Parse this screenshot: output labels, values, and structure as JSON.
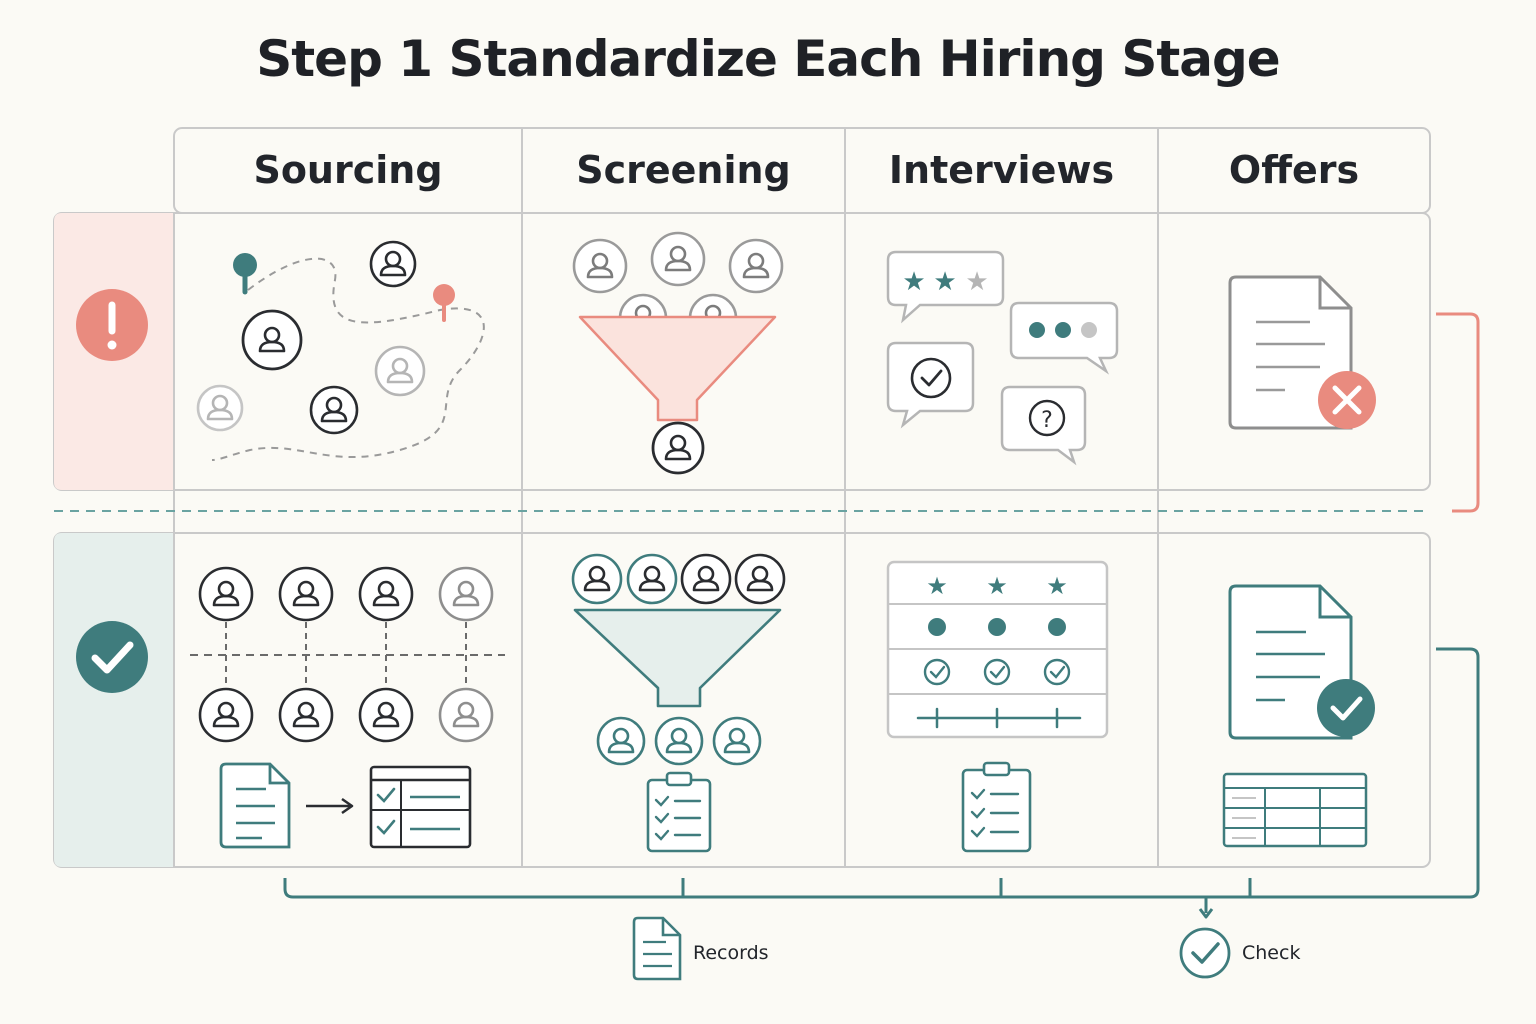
{
  "title": "Step 1 Standardize Each Hiring Stage",
  "stages": [
    "Sourcing",
    "Screening",
    "Interviews",
    "Offers"
  ],
  "rows": [
    {
      "state": "problem",
      "icon": "alert-icon"
    },
    {
      "state": "standard",
      "icon": "check-icon"
    }
  ],
  "outputs": {
    "records_label": "Records",
    "check_label": "Check"
  },
  "colors": {
    "teal": "#3f7c7d",
    "coral": "#e98b7f",
    "coral_light": "#fbe9e5",
    "teal_light": "#e6efec",
    "ink": "#2a2c30",
    "gray": "#9a9a9a"
  }
}
